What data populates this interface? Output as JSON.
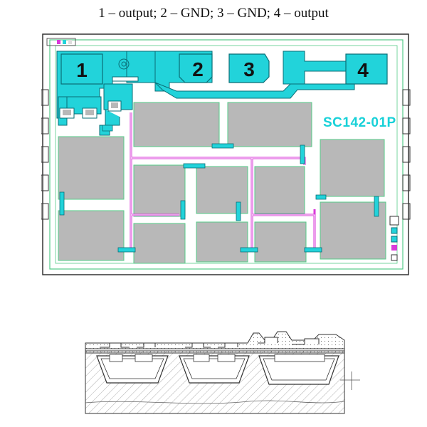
{
  "figure": {
    "title": "1 – output; 2 – GND; 3 – GND; 4 – output",
    "chip_label": "SC142-01P",
    "pads": [
      {
        "number": "1"
      },
      {
        "number": "2"
      },
      {
        "number": "3"
      },
      {
        "number": "4"
      }
    ]
  },
  "colors": {
    "metal": "#22d3da",
    "metal_stroke": "#0a6e76",
    "bus": "#d93ad9",
    "cell": "#b8b8b8",
    "guard": "#55cc88",
    "outline": "#333333"
  }
}
